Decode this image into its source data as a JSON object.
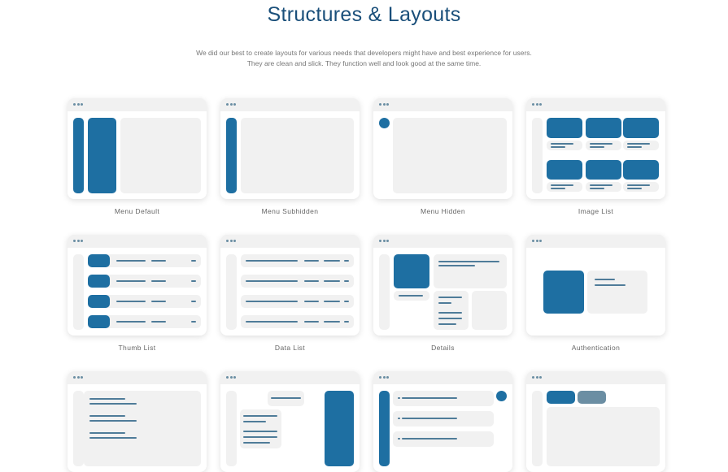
{
  "title": "Structures & Layouts",
  "subtitle": [
    "We did our best to create layouts for various needs that developers might have and best experience for users.",
    "They are clean and slick. They function well and look good at the same time."
  ],
  "layouts": [
    {
      "label": "Menu Default"
    },
    {
      "label": "Menu Subhidden"
    },
    {
      "label": "Menu Hidden"
    },
    {
      "label": "Image List"
    },
    {
      "label": "Thumb List"
    },
    {
      "label": "Data List"
    },
    {
      "label": "Details"
    },
    {
      "label": "Authentication"
    }
  ],
  "colors": {
    "primary": "#1e6fa2",
    "title": "#1a4f7a",
    "panel": "#f1f1f1",
    "secondary": "#6b8ea3"
  }
}
